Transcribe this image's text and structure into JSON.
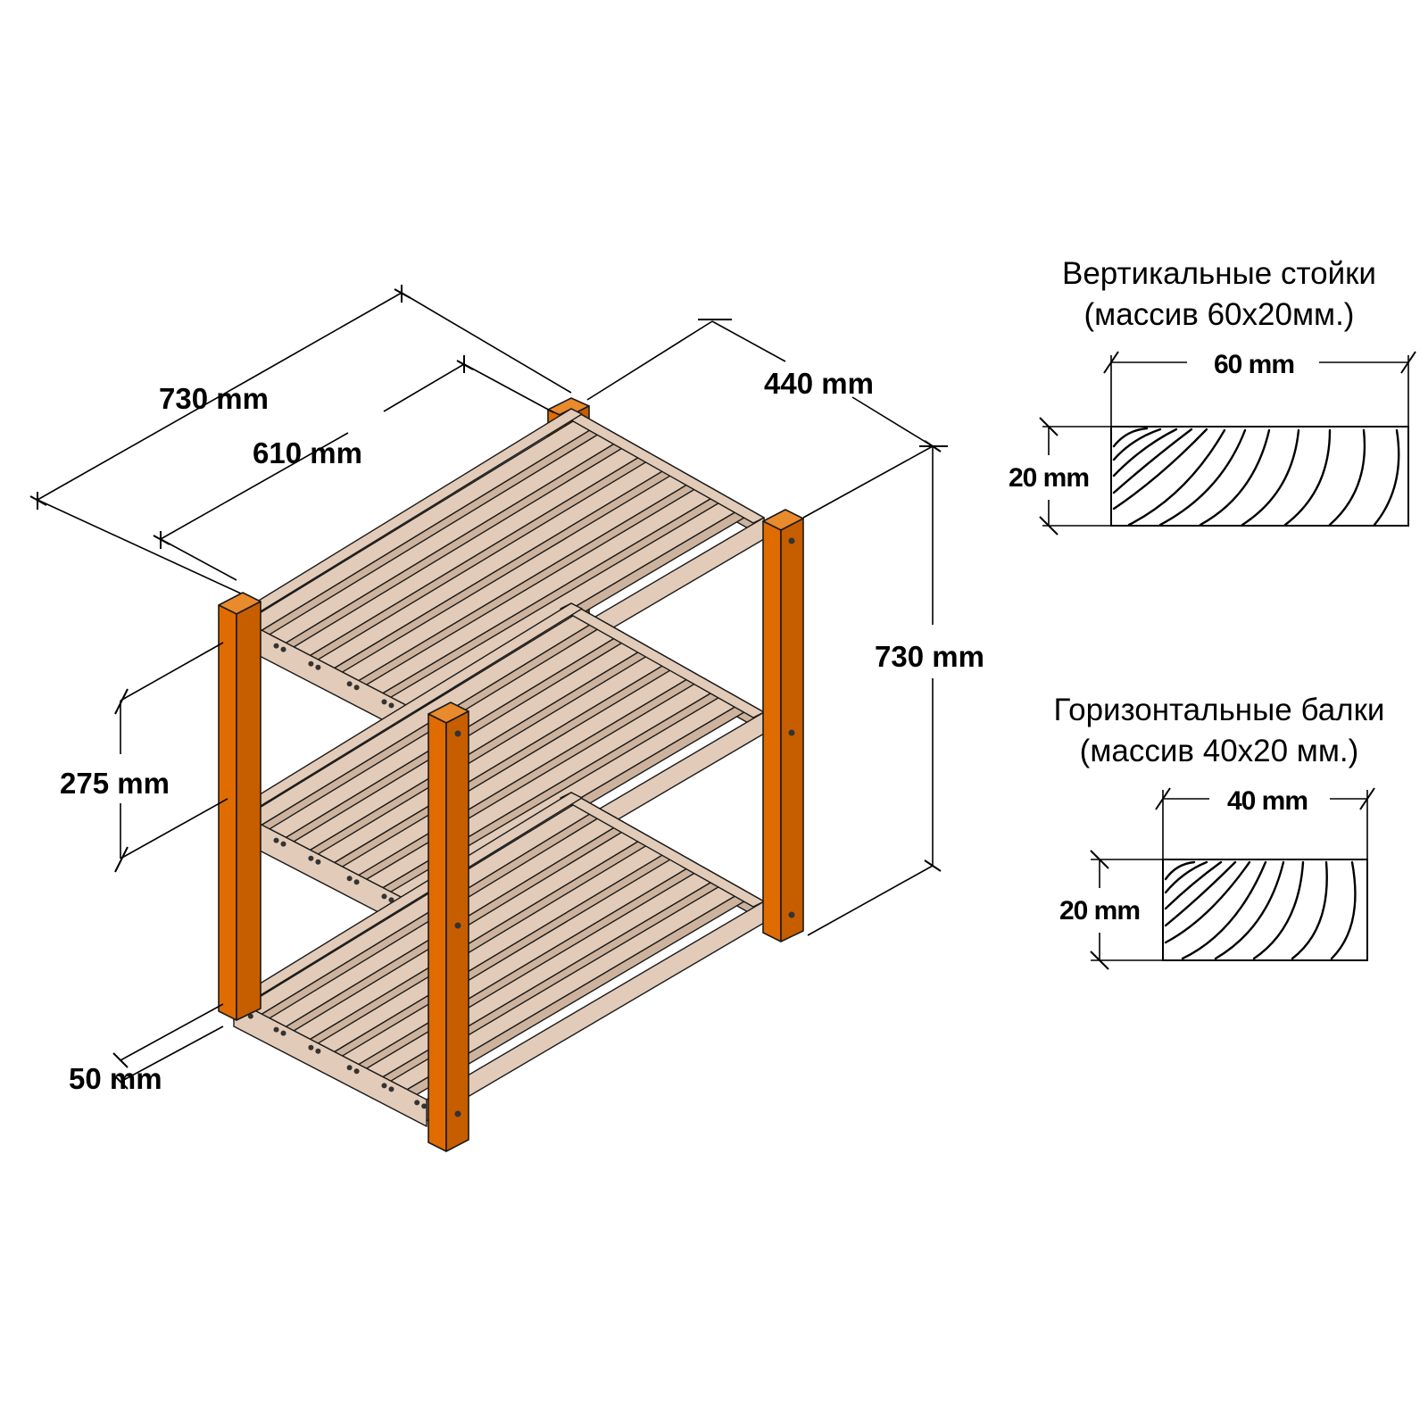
{
  "dimensions": {
    "overall_length": "730 mm",
    "inner_length": "610 mm",
    "depth": "440 mm",
    "height": "730 mm",
    "shelf_spacing": "275 mm",
    "bottom_clearance": "50 mm"
  },
  "vertical_posts": {
    "title_line1": "Вертикальные стойки",
    "title_line2": "(массив 60х20мм.)",
    "width_label": "60 mm",
    "thickness_label": "20 mm"
  },
  "horizontal_beams": {
    "title_line1": "Горизонтальные балки",
    "title_line2": "(массив 40х20 мм.)",
    "width_label": "40 mm",
    "thickness_label": "20 mm"
  },
  "colors": {
    "post": "#e06c00",
    "slat": "#e2cbb8",
    "background": "#ffffff"
  }
}
